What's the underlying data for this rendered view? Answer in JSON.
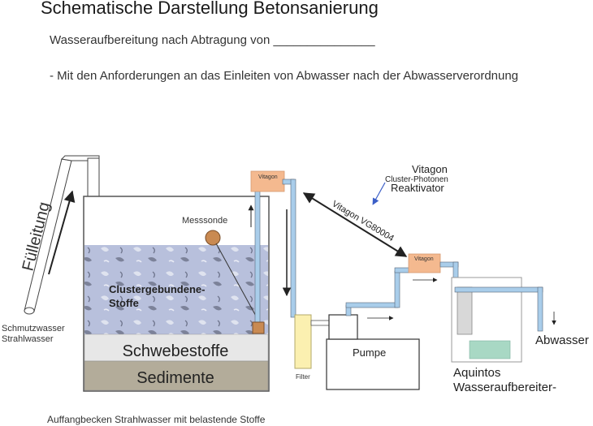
{
  "header": {
    "title": "Schematische Darstellung  Betonsanierung",
    "line1": "Wasseraufbereitung nach Abtragung von _______________",
    "line2": "- Mit den Anforderungen an das Einleiten von Abwasser nach der  Abwasserverordnung"
  },
  "labels": {
    "fuelleitung": "Fülleitung",
    "schmutzwasser": "Schmutzwasser",
    "strahlwasser": "Strahlwasser",
    "messsonde": "Messsonde",
    "cluster_line1": "Clustergebundene-",
    "cluster_line2": "Stoffe",
    "schwebestoffe": "Schwebestoffe",
    "sedimente": "Sedimente",
    "vitagon_box_1": "Vitagon",
    "vitagon_box_2": "Vitagon",
    "vitagon_title": "Vitagon",
    "cluster_photonen": "Cluster-Photonen",
    "reaktivator": "Reaktivator",
    "vg80004": "Vitagon VG80004",
    "filter": "Filter",
    "pumpe": "Pumpe",
    "abwasser": "Abwasser",
    "aquintos_line1": "Aquintos",
    "aquintos_line2": "Wasseraufbereiter-",
    "caption": "Auffangbecken Strahlwasser mit belastende Stoffe"
  },
  "colors": {
    "pipe": "#a9cdea",
    "vitagon_box": "#f4b98f",
    "water": "#b8c0dc",
    "schwebestoffe": "#e7e7e7",
    "sedimente": "#b3ac9a",
    "filter": "#fbf0b0",
    "probe": "#c98a52",
    "aquintos_inner": "#a8d8c4",
    "arrow_blue": "#3b5ec7"
  }
}
